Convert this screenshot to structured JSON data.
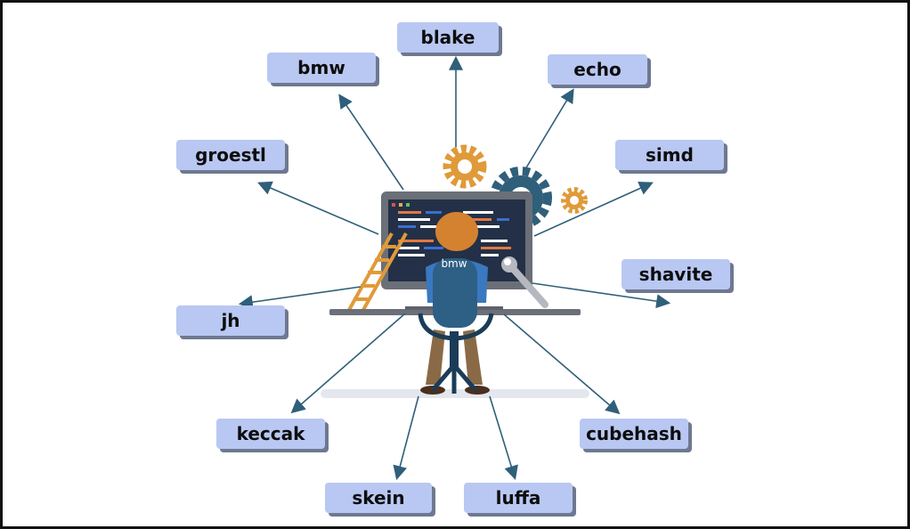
{
  "center": {
    "label": "bmw"
  },
  "nodes": {
    "blake": "blake",
    "bmw": "bmw",
    "echo": "echo",
    "groestl": "groestl",
    "simd": "simd",
    "shavite": "shavite",
    "jh": "jh",
    "keccak": "keccak",
    "cubehash": "cubehash",
    "skein": "skein",
    "luffa": "luffa"
  },
  "colors": {
    "node_fill": "#b9c8f2",
    "node_shadow": "#6e7890",
    "arrow": "#2f5f7a",
    "gear_orange": "#e09a3a",
    "gear_blue": "#2f5f7a",
    "monitor": "#6b6f78",
    "screen": "#233047",
    "chair": "#2e5f84",
    "frame": "#111111"
  }
}
